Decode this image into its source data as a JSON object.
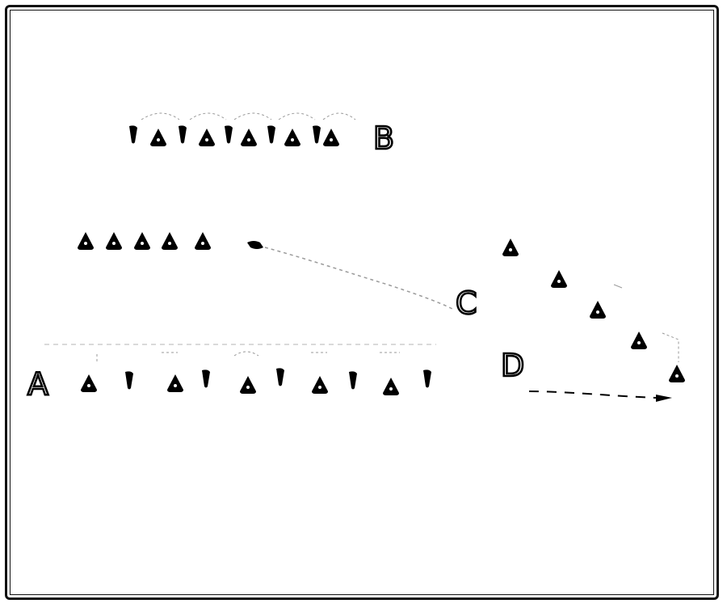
{
  "diagram": {
    "labels": {
      "a": "A",
      "b": "B",
      "c": "C",
      "d": "D"
    },
    "colors": {
      "ink": "#000000",
      "faint": "#9a9a9a",
      "background": "#ffffff"
    },
    "icon": "cone-icon"
  }
}
